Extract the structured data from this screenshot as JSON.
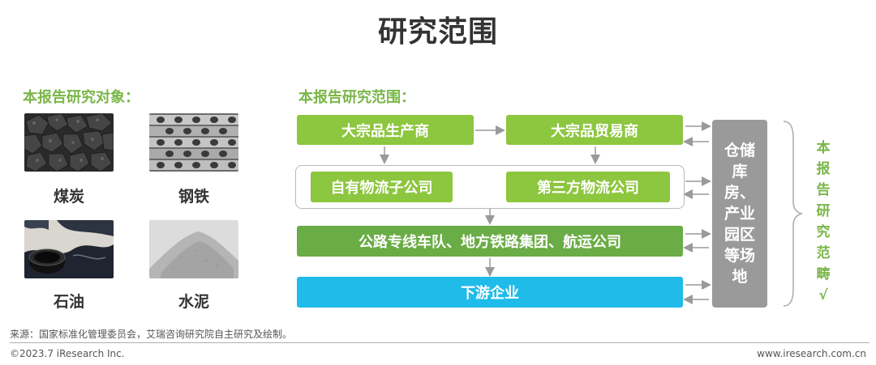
{
  "title": "研究范围",
  "left": {
    "label": "本报告研究对象：",
    "items": [
      {
        "name": "煤炭",
        "image": "coal"
      },
      {
        "name": "钢铁",
        "image": "steel-pipes"
      },
      {
        "name": "石油",
        "image": "oil"
      },
      {
        "name": "水泥",
        "image": "cement-powder"
      }
    ]
  },
  "right": {
    "label": "本报告研究范围：",
    "nodes": {
      "producer": "大宗品生产商",
      "trader": "大宗品贸易商",
      "own_logistics": "自有物流子公司",
      "third_party_logistics": "第三方物流公司",
      "carriers": "公路专线车队、地方铁路集团、航运公司",
      "downstream": "下游企业",
      "storage": "仓储库房、产业园区等场地"
    },
    "scope_label": "本报告研究范畴√"
  },
  "footer": {
    "source": "来源：国家标准化管理委员会，艾瑞咨询研究院自主研究及绘制。",
    "copyright": "©2023.7 iResearch Inc.",
    "website": "www.iresearch.com.cn"
  },
  "colors": {
    "accent_green": "#7ab648",
    "box_light_green": "#8dc63f",
    "box_mid_green": "#6aac45",
    "box_blue": "#1fbbe9",
    "storage_gray": "#9a9a9a"
  }
}
